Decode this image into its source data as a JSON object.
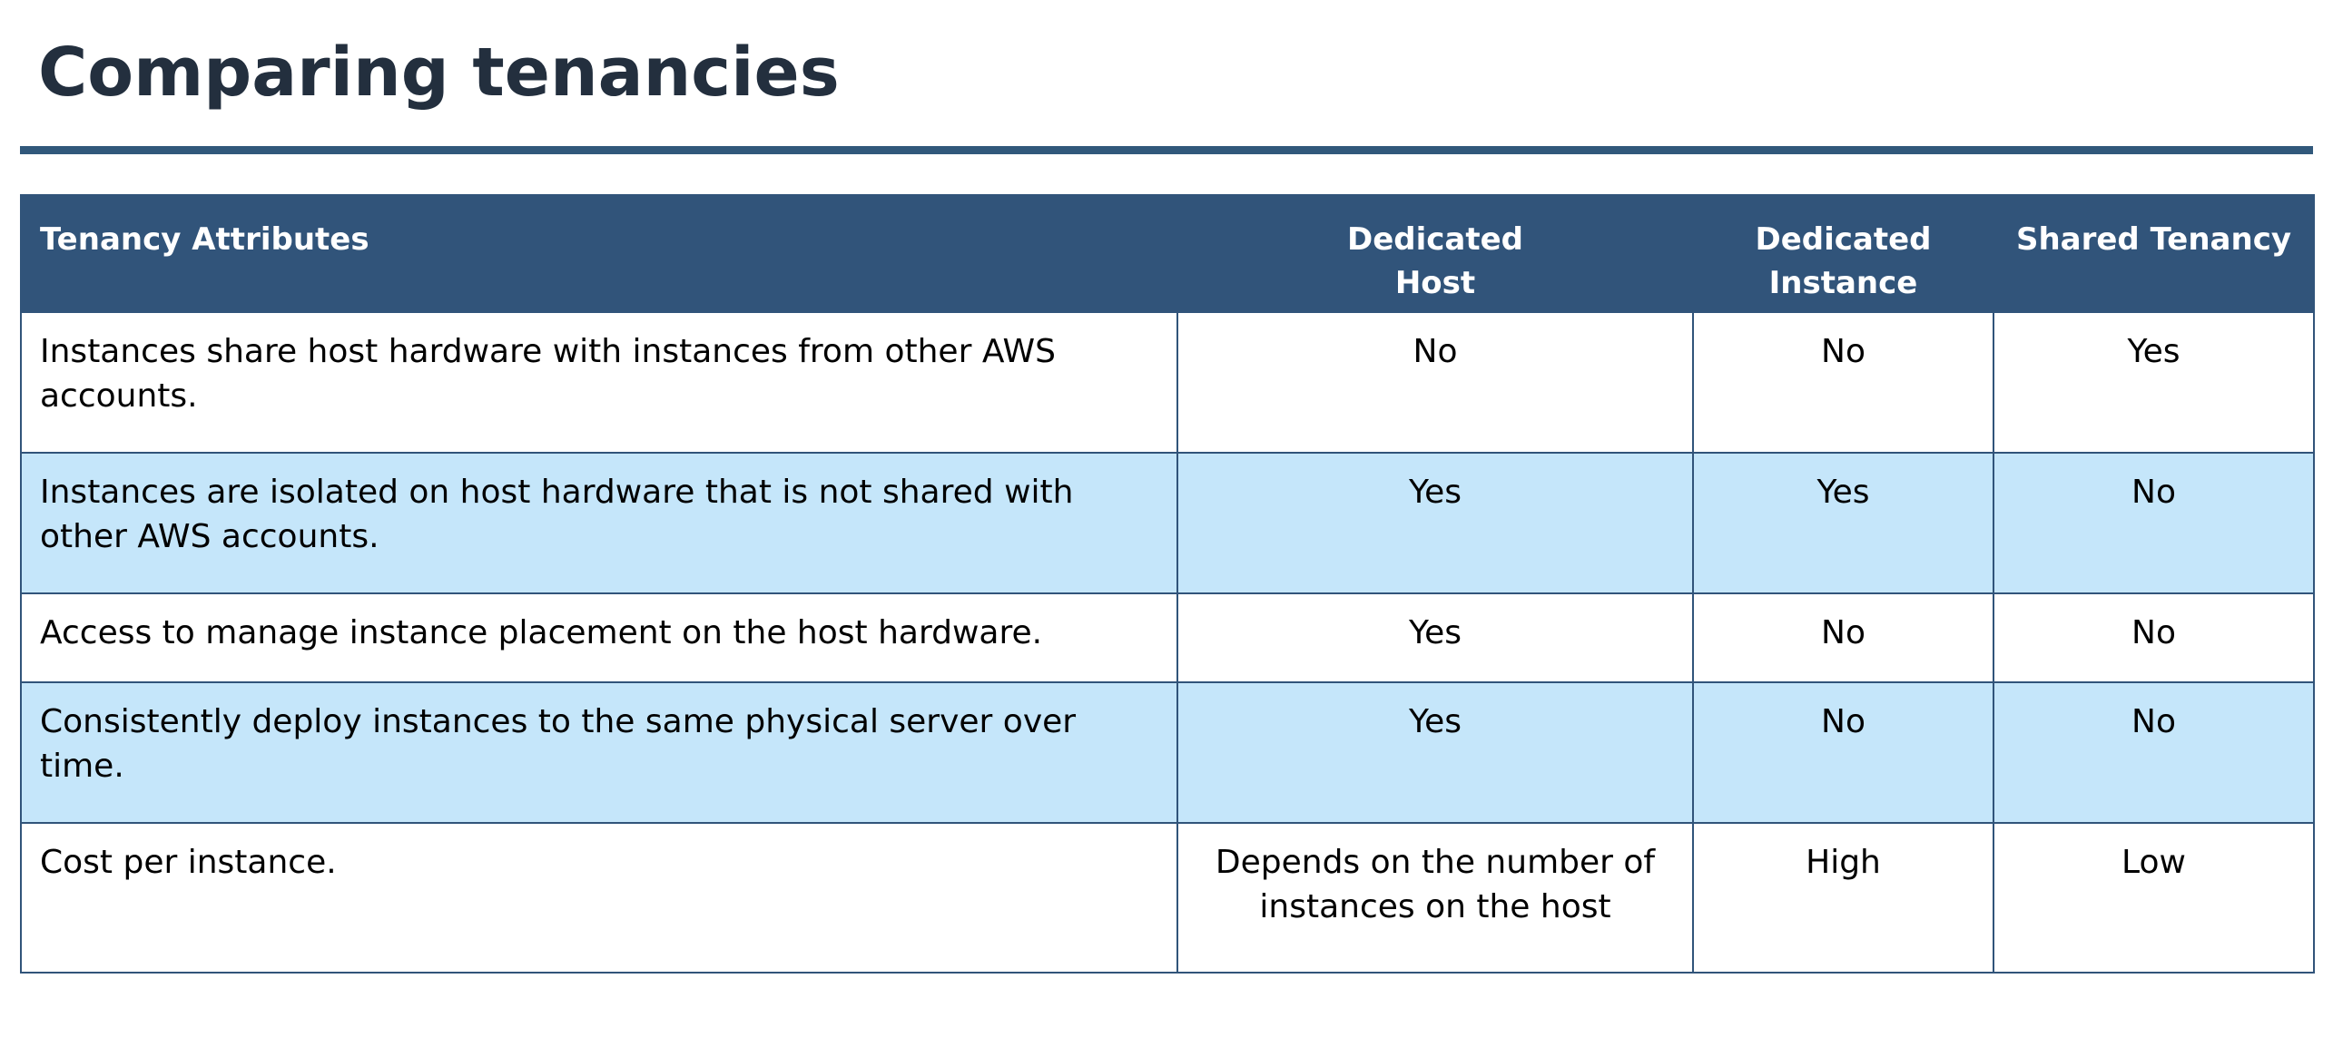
{
  "page": {
    "title": "Comparing tenancies"
  },
  "colors": {
    "title": "#232f3e",
    "rule": "#31587b",
    "header_bg": "#31547a",
    "header_text": "#ffffff",
    "row_alt_bg": "#c5e6fa",
    "border": "#31547a"
  },
  "table": {
    "headers": [
      "Tenancy Attributes",
      "Dedicated Host",
      "Dedicated Instance",
      "Shared Tenancy"
    ],
    "rows": [
      {
        "attribute": "Instances share host hardware with instances from other AWS accounts.",
        "dedicated_host": "No",
        "dedicated_instance": "No",
        "shared_tenancy": "Yes"
      },
      {
        "attribute": "Instances are isolated on host hardware that is not shared with other AWS accounts.",
        "dedicated_host": "Yes",
        "dedicated_instance": "Yes",
        "shared_tenancy": "No"
      },
      {
        "attribute": "Access to manage instance placement on the host hardware.",
        "dedicated_host": "Yes",
        "dedicated_instance": "No",
        "shared_tenancy": "No"
      },
      {
        "attribute": "Consistently deploy instances to the same physical server over time.",
        "dedicated_host": "Yes",
        "dedicated_instance": "No",
        "shared_tenancy": "No"
      },
      {
        "attribute": "Cost per instance.",
        "dedicated_host": "Depends on the number of instances on the host",
        "dedicated_instance": "High",
        "shared_tenancy": "Low"
      }
    ]
  }
}
